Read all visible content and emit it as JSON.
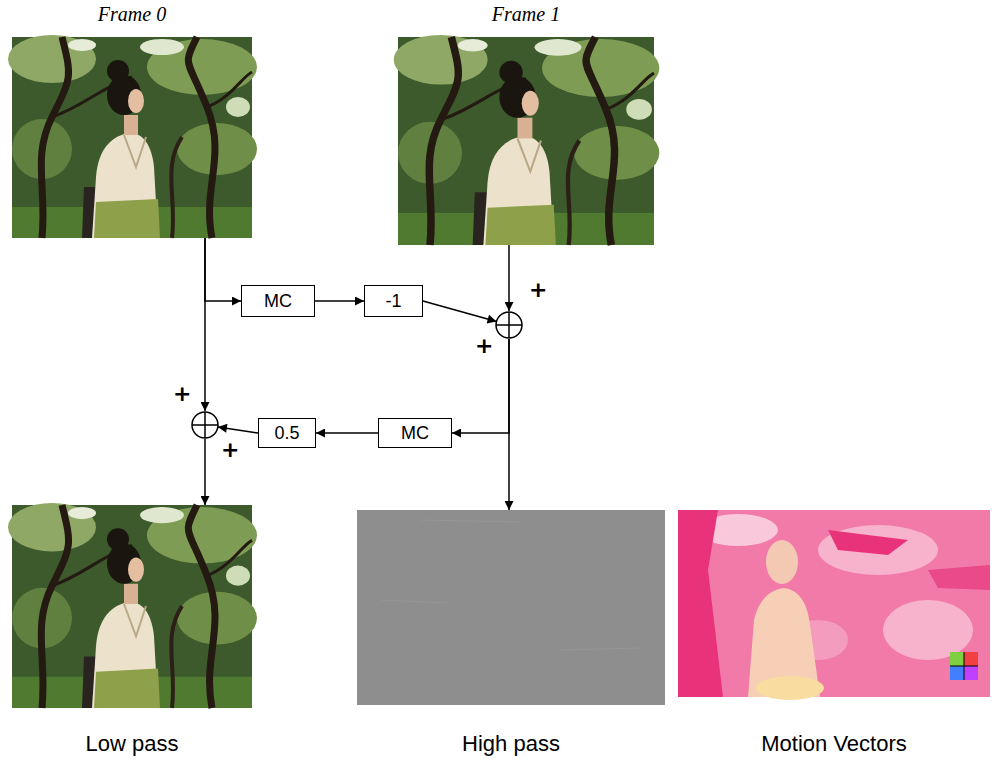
{
  "diagram": {
    "nodes": [
      {
        "text": [
          "Frame 0"
        ]
      },
      {
        "text": [
          "Frame 1"
        ]
      },
      {
        "text": [
          "MC"
        ]
      },
      {
        "text": [
          "-1"
        ]
      },
      {
        "text": [
          "+",
          "+"
        ]
      },
      {
        "text": [
          "+",
          "+"
        ]
      },
      {
        "text": [
          "0.5"
        ]
      },
      {
        "text": [
          "MC"
        ]
      },
      {
        "text": [
          "Low pass"
        ]
      },
      {
        "text": [
          "High pass"
        ]
      },
      {
        "text": [
          "Motion Vectors"
        ]
      }
    ],
    "edges": [
      {
        "from": 0,
        "to": 2,
        "arrow": "to"
      },
      {
        "from": 0,
        "to": 5,
        "arrow": "to"
      },
      {
        "from": 2,
        "to": 3,
        "arrow": "to"
      },
      {
        "from": 3,
        "to": 4,
        "arrow": "to"
      },
      {
        "from": 1,
        "to": 4,
        "arrow": "to"
      },
      {
        "from": 4,
        "to": 7,
        "arrow": "to"
      },
      {
        "from": 7,
        "to": 6,
        "arrow": "to"
      },
      {
        "from": 6,
        "to": 5,
        "arrow": "to"
      },
      {
        "from": 4,
        "to": 9,
        "arrow": "to"
      },
      {
        "from": 5,
        "to": 8,
        "arrow": "to"
      }
    ]
  }
}
